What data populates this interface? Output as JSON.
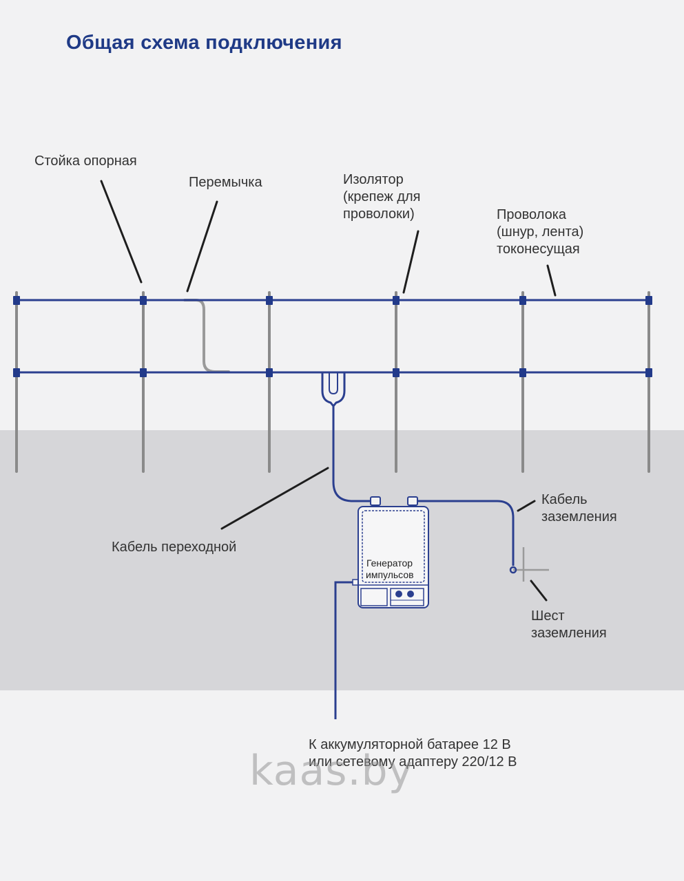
{
  "title": "Общая схема подключения",
  "labels": {
    "support_post": "Стойка опорная",
    "jumper": "Перемычка",
    "insulator": [
      "Изолятор",
      "(крепеж для",
      "проволоки)"
    ],
    "wire": [
      "Проволока",
      "(шнур, лента)",
      "токонесущая"
    ],
    "transition_cable": "Кабель переходной",
    "ground_cable": [
      "Кабель",
      "заземления"
    ],
    "ground_rod": [
      "Шест",
      "заземления"
    ],
    "power_source": [
      "К аккумуляторной батарее 12 В",
      "или сетевому адаптеру 220/12 В"
    ]
  },
  "generator": {
    "name": [
      "Генератор",
      "импульсов"
    ]
  },
  "watermark": "kaas.by",
  "colors": {
    "title": "#1f3a86",
    "wire": "#2b3f8f",
    "post": "#8a8a8a",
    "ground_area": "#d6d6d9",
    "background": "#f2f2f3"
  }
}
